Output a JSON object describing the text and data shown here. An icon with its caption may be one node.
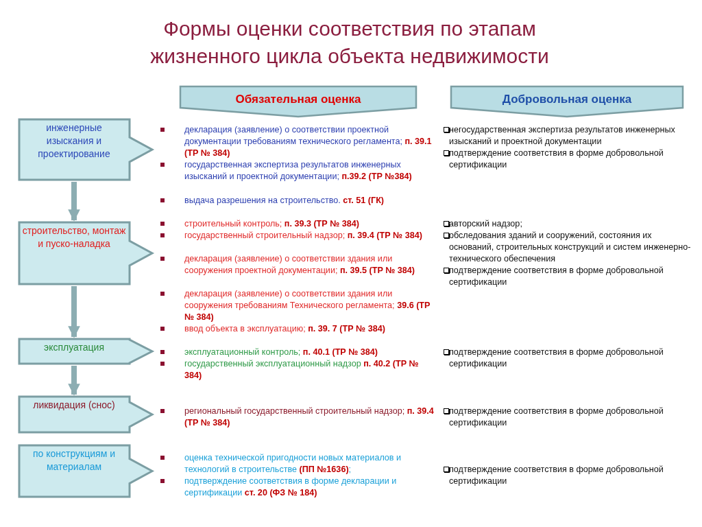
{
  "diagram": {
    "title": "Формы оценки соответствия по этапам  жизненного цикла объекта недвижимости",
    "nodes": [
      {
        "text": [
          "Обязательная оценка"
        ]
      },
      {
        "text": [
          "Добровольная оценка"
        ]
      },
      {
        "text": [
          "инженерные изыскания и проектирование"
        ]
      },
      {
        "text": [
          "строительство, монтаж и пуско-наладка"
        ]
      },
      {
        "text": [
          "эксплуатация"
        ]
      },
      {
        "text": [
          "ликвидация (снос)"
        ]
      },
      {
        "text": [
          "по конструкциям и материалам"
        ]
      }
    ],
    "edges": [
      {
        "from": 2,
        "to": 3,
        "arrow": "to"
      },
      {
        "from": 3,
        "to": 4,
        "arrow": "to"
      },
      {
        "from": 4,
        "to": 5,
        "arrow": "to"
      }
    ],
    "labels": [
      "декларация (заявление) о соответствии проектной документации требованиям технического регламента; **п. 39.1 (ТР № 384)**",
      "негосударственная экспертиза результатов инженерных изысканий и проектной документации",
      "государственная экспертиза результатов инженерных изысканий и проектной документации; **п.39.2 (ТР №384)**",
      "подтверждение соответствия в форме добровольной сертификации",
      "выдача разрешения на строительство. **ст. 51 (ГК)**",
      "строительный контроль; **п. 39.3 (ТР № 384)**",
      "авторский надзор;",
      "государственный строительный надзор; **п. 39.4 (ТР № 384)**",
      "обследования зданий и сооружений, состояния их оснований, строительных конструкций и систем инженерно-технического обеспечения",
      "декларация (заявление) о соответствии здания или сооружения проектной документации; **п. 39.5 (ТР № 384)**",
      "подтверждение соответствия в форме добровольной сертификации",
      "декларация (заявление) о соответствии здания или сооружения требованиям Технического регламента; **39.6 (ТР № 384)**",
      "ввод объекта в эксплуатацию; **п. 39. 7 (ТР № 384)**",
      "эксплуатационный контроль; **п. 40.1 (ТР № 384)**",
      "подтверждение соответствия в форме добровольной сертификации",
      "государственный эксплуатационный надзор **п. 40.2 (ТР № 384)**",
      "региональный государственный строительный надзор; **п. 39.4 (ТР № 384)**",
      "подтверждение соответствия в форме добровольной сертификации",
      "оценка технической пригодности новых материалов и технологий в строительстве **(ПП №1636)**;",
      "подтверждение соответствия в форме добровольной сертификации",
      "подтверждение соответствия в форме декларации и сертификации  **ст. 20 (ФЗ № 184)**"
    ]
  }
}
